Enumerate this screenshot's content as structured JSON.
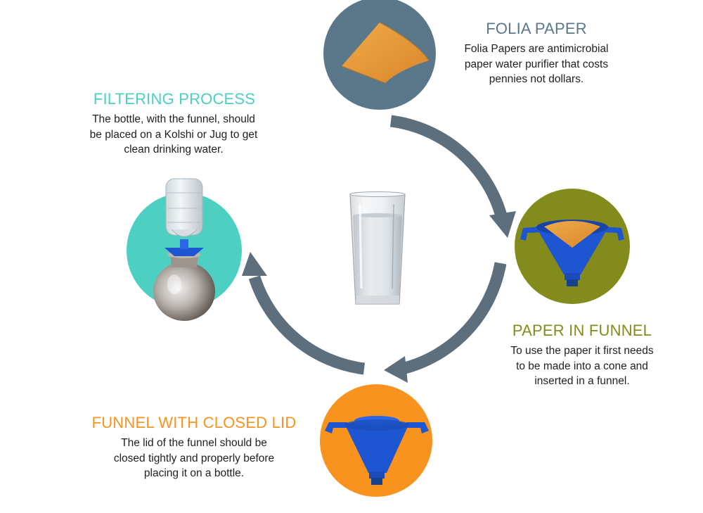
{
  "colors": {
    "folia": "#5a7889",
    "filtering": "#4dcfc2",
    "paper_in_funnel": "#838b1c",
    "funnel_closed": "#f7931e",
    "arrow": "#5d6e7d",
    "funnel_blue": "#1e56d1",
    "paper_orange": "#e89a3a"
  },
  "steps": [
    {
      "id": "folia",
      "title": "FOLIA PAPER",
      "lines": [
        "Folia Papers are antimicrobial",
        "paper water purifier that costs",
        "pennies not dollars."
      ],
      "image": "paper-cone-icon"
    },
    {
      "id": "paper",
      "title": "PAPER IN FUNNEL",
      "lines": [
        "To use the paper it first needs",
        "to be made into a cone and",
        "inserted in a funnel."
      ],
      "image": "funnel-with-paper-icon"
    },
    {
      "id": "funnel",
      "title": "FUNNEL WITH CLOSED LID",
      "lines": [
        "The lid of the funnel should be",
        "closed tightly and properly before",
        "placing it on a bottle."
      ],
      "image": "closed-funnel-icon"
    },
    {
      "id": "filter",
      "title": "FILTERING PROCESS",
      "lines": [
        "The bottle, with the funnel, should",
        "be placed on a Kolshi or Jug to get",
        "clean drinking water."
      ],
      "image": "bottle-on-kolshi-icon"
    }
  ],
  "center_image": "water-glass-icon"
}
